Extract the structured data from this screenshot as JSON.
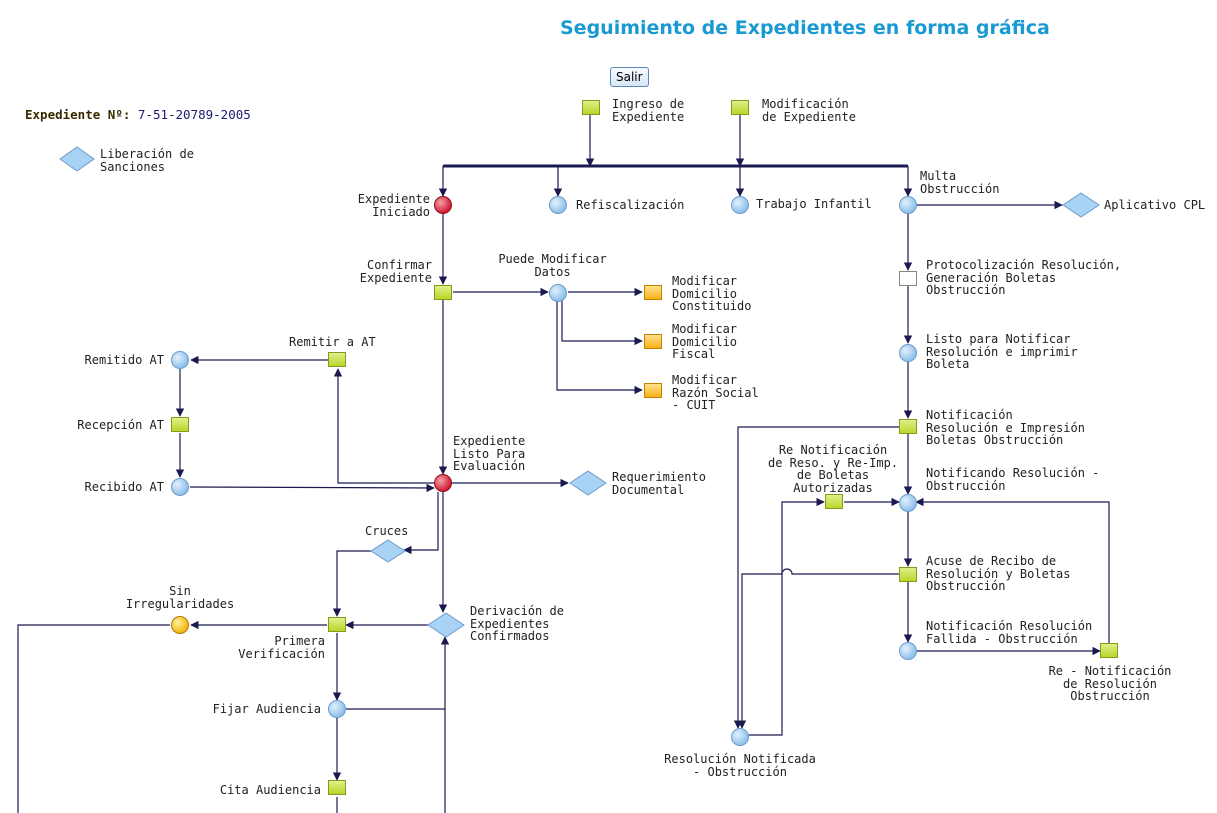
{
  "page": {
    "title": "Seguimiento de Expedientes en forma gráfica"
  },
  "toolbar": {
    "salir_label": "Salir"
  },
  "expediente": {
    "label": "Expediente Nº:",
    "value": "7-51-20789-2005"
  },
  "nodes": {
    "liberacion_sanciones": "Liberación de\nSanciones",
    "ingreso_expediente": "Ingreso de\nExpediente",
    "modificacion_expediente": "Modificación\nde Expediente",
    "expediente_iniciado": "Expediente\nIniciado",
    "refiscalizacion": "Refiscalización",
    "trabajo_infantil": "Trabajo Infantil",
    "multa_obstruccion": "Multa\nObstrucción",
    "aplicativo_cpl": "Aplicativo CPL",
    "confirmar_expediente": "Confirmar\nExpediente",
    "puede_modificar_datos": "Puede Modificar\nDatos",
    "modificar_domicilio_constituido": "Modificar\nDomicilio\nConstituido",
    "modificar_domicilio_fiscal": "Modificar\nDomicilio\nFiscal",
    "modificar_razon_social": "Modificar\nRazón Social\n- CUIT",
    "protocolizacion": "Protocolización Resolución,\nGeneración Boletas\nObstrucción",
    "listo_notificar": "Listo para Notificar\nResolución e imprimir\nBoleta",
    "remitir_at": "Remitir a AT",
    "remitido_at": "Remitido AT",
    "recepcion_at": "Recepción AT",
    "recibido_at": "Recibido AT",
    "expediente_listo": "Expediente\nListo Para\nEvaluación",
    "requerimiento_documental": "Requerimiento\nDocumental",
    "notificacion_resolucion": "Notificación\nResolución e Impresión\nBoletas Obstrucción",
    "re_notificacion_reso": "Re Notificación\nde Reso. y Re-Imp.\nde Boletas\nAutorizadas",
    "notificando_resolucion": "Notificando Resolución -\nObstrucción",
    "cruces": "Cruces",
    "sin_irregularidades": "Sin\nIrregularidades",
    "derivacion_expedientes": "Derivación de\nExpedientes\nConfirmados",
    "primera_verificacion": "Primera\nVerificación",
    "acuse_recibo": "Acuse de Recibo de\nResolución y Boletas\nObstrucción",
    "notificacion_fallida": "Notificación Resolución\nFallida - Obstrucción",
    "re_notificacion_resolucion": "Re - Notificación\nde Resolución\nObstrucción",
    "fijar_audiencia": "Fijar Audiencia",
    "resolucion_notificada": "Resolución Notificada\n- Obstrucción",
    "cita_audiencia": "Cita Audiencia"
  },
  "colors": {
    "title": "#1a9ad2",
    "line": "#1a1a50",
    "node_blue": "#8fc1ea",
    "node_red": "#d01e34",
    "node_green": "#b8d62a",
    "node_orange": "#f7b11a",
    "node_yellow": "#f3b60e"
  }
}
